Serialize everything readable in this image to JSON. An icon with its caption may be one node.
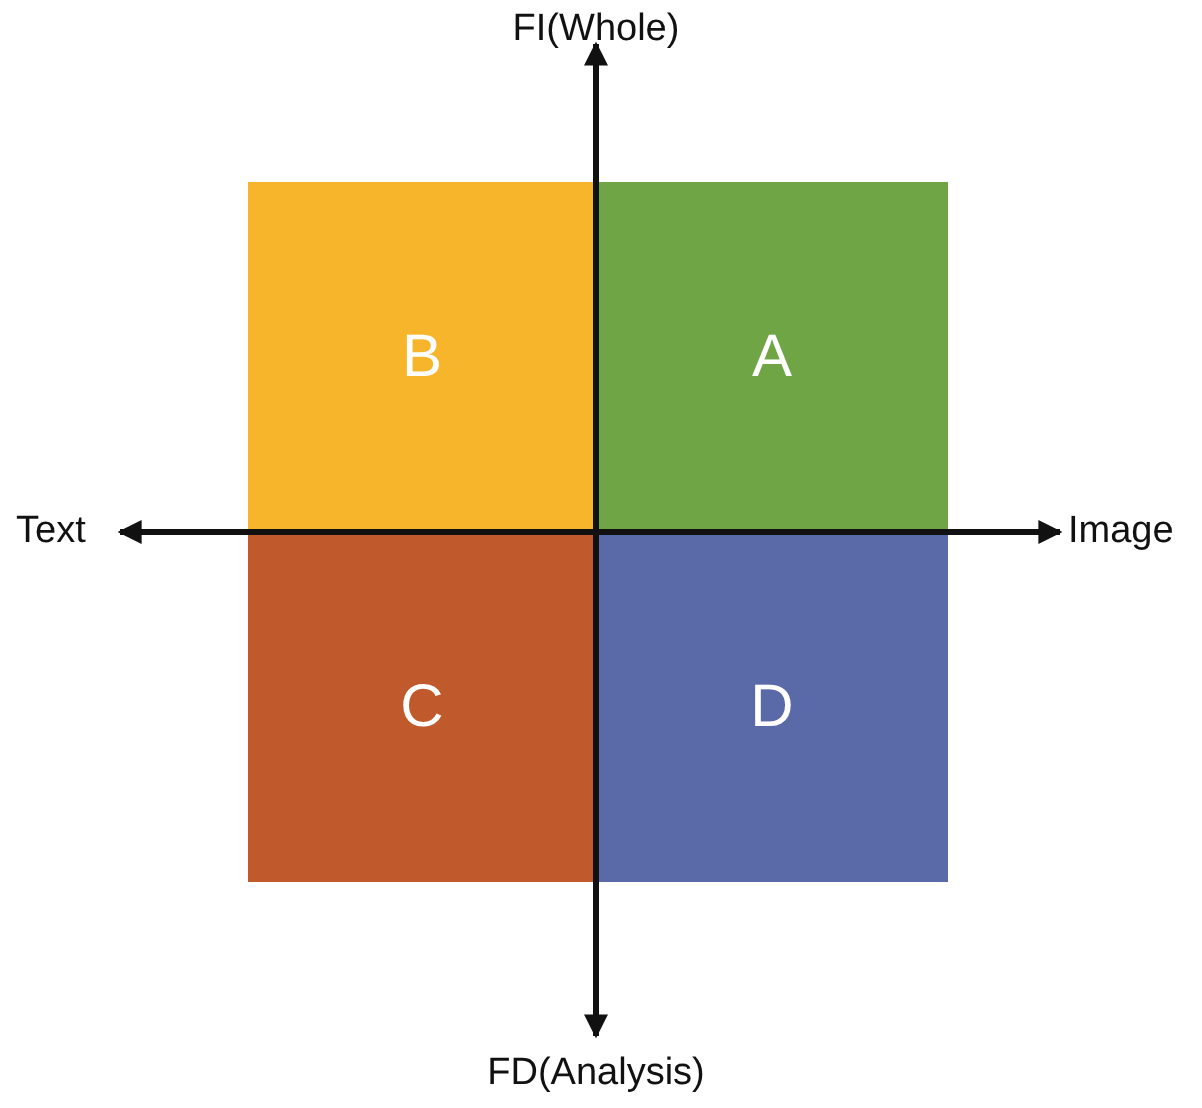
{
  "diagram": {
    "nodes": [
      {
        "text": [
          "B"
        ]
      },
      {
        "text": [
          "A"
        ]
      },
      {
        "text": [
          "C"
        ]
      },
      {
        "text": [
          "D"
        ]
      }
    ],
    "edges": [],
    "labels": [
      "FI(Whole)",
      "Text",
      "Image",
      "FD(Analysis)"
    ]
  }
}
